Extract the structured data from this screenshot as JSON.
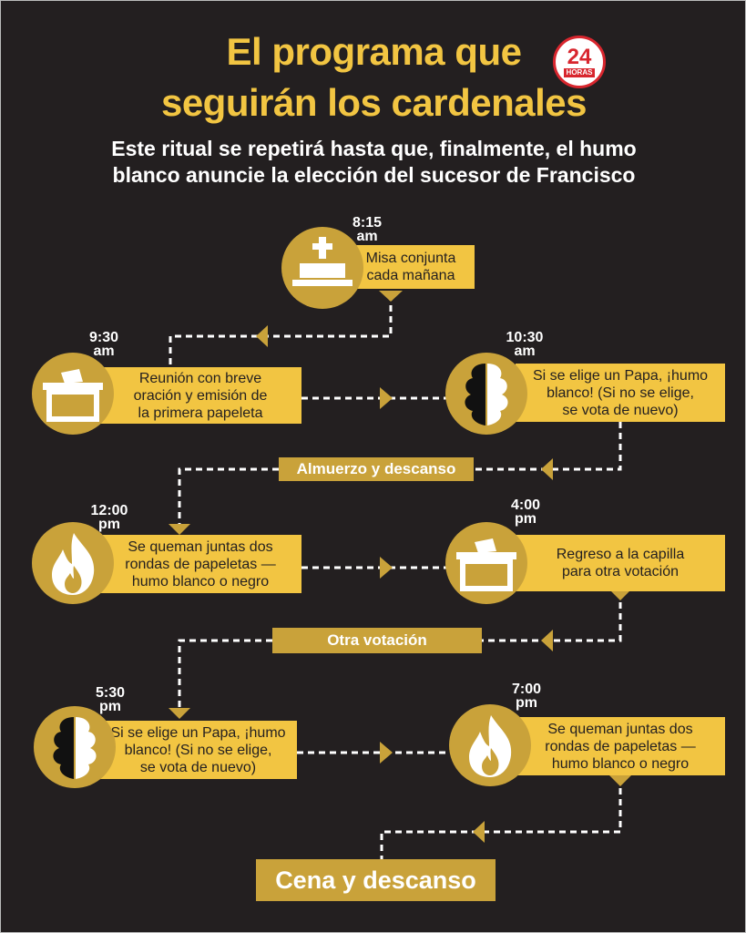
{
  "header": {
    "title_line1": "El programa que",
    "title_line2": "seguirán los cardenales",
    "subtitle_line1": "Este ritual se repetirá hasta que, finalmente, el humo",
    "subtitle_line2": "blanco anuncie la elección del sucesor de Francisco"
  },
  "logo": {
    "number": "24",
    "word": "HORAS"
  },
  "steps": [
    {
      "time_hour": "8:15",
      "time_period": "am",
      "icon": "altar-icon",
      "lines": [
        "Misa conjunta",
        "cada mañana"
      ]
    },
    {
      "time_hour": "9:30",
      "time_period": "am",
      "icon": "ballot-box-icon",
      "lines": [
        "Reunión con breve",
        "oración y emisión de",
        "la primera papeleta"
      ]
    },
    {
      "time_hour": "10:30",
      "time_period": "am",
      "icon": "smoke-icon",
      "lines": [
        "Si se elige un Papa, ¡humo",
        "blanco! (Si no se elige,",
        "se vota de nuevo)"
      ]
    },
    {
      "time_hour": "12:00",
      "time_period": "pm",
      "icon": "fire-icon",
      "lines": [
        "Se queman juntas dos",
        "rondas de papeletas —",
        "humo blanco o negro"
      ]
    },
    {
      "time_hour": "4:00",
      "time_period": "pm",
      "icon": "ballot-box-icon",
      "lines": [
        "Regreso a la capilla",
        "para otra votación"
      ]
    },
    {
      "time_hour": "5:30",
      "time_period": "pm",
      "icon": "smoke-icon",
      "lines": [
        "Si se elige un Papa, ¡humo",
        "blanco! (Si no se elige,",
        "se vota de nuevo)"
      ]
    },
    {
      "time_hour": "7:00",
      "time_period": "pm",
      "icon": "fire-icon",
      "lines": [
        "Se queman juntas dos",
        "rondas de papeletas —",
        "humo blanco o negro"
      ]
    }
  ],
  "breaks": {
    "lunch": "Almuerzo y descanso",
    "another_vote": "Otra votación",
    "dinner": "Cena y descanso"
  },
  "colors": {
    "background": "#231f20",
    "accent": "#f2c542",
    "circle": "#c9a23a",
    "logo_red": "#d8262e"
  }
}
